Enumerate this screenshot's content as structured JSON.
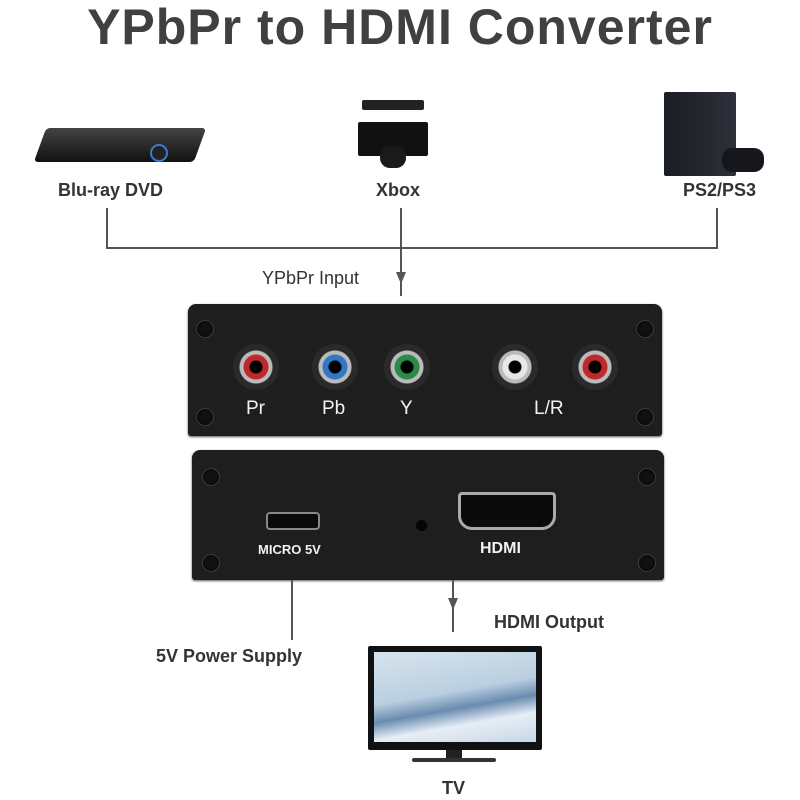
{
  "title": "YPbPr to HDMI Converter",
  "sources": [
    {
      "label": "Blu-ray DVD",
      "icon": "bluray-player-icon"
    },
    {
      "label": "Xbox",
      "icon": "xbox-console-icon"
    },
    {
      "label": "PS2/PS3",
      "icon": "playstation-console-icon"
    }
  ],
  "input_label": "YPbPr Input",
  "front_panel": {
    "ports": [
      {
        "label": "Pr",
        "color": "#c0282a"
      },
      {
        "label": "Pb",
        "color": "#2f78c4"
      },
      {
        "label": "Y",
        "color": "#2a8a4a"
      },
      {
        "label": "",
        "color": "#e8e8e8"
      },
      {
        "label": "",
        "color": "#c0282a"
      }
    ],
    "audio_label": "L/R"
  },
  "back_panel": {
    "power_port_label": "MICRO 5V",
    "hdmi_port_label": "HDMI"
  },
  "power_label": "5V Power Supply",
  "output_label": "HDMI Output",
  "tv_label": "TV"
}
